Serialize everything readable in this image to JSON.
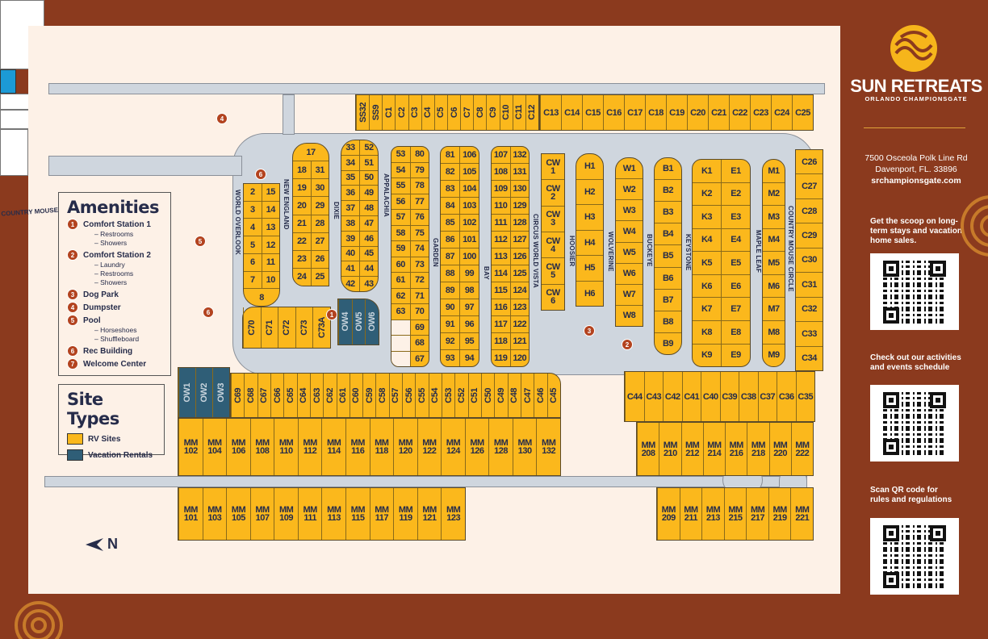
{
  "brand": {
    "name": "SUN RETREATS",
    "subtitle": "ORLANDO CHAMPIONSGATE",
    "logo_icon": "sun-waves-logo"
  },
  "address": {
    "line1": "7500 Osceola Polk Line Rd",
    "line2": "Davenport, FL. 33896",
    "website": "srchampionsgate.com"
  },
  "qr_sections": [
    {
      "text": "Get the scoop on long-term stays and vacation home sales."
    },
    {
      "text": "Check out our activities and events schedule"
    },
    {
      "text": "Scan QR code for rules and regulations"
    }
  ],
  "colors": {
    "background": "#8b3a1e",
    "rv_site": "#fbb81c",
    "vacation_rental": "#2f5e77",
    "road": "#cfd6de",
    "map": "#fdf1e7",
    "marker": "#b3431f"
  },
  "amenities": {
    "title": "Amenities",
    "items": [
      {
        "num": "1",
        "label": "Comfort Station 1",
        "subs": [
          "– Restrooms",
          "– Showers"
        ]
      },
      {
        "num": "2",
        "label": "Comfort Station 2",
        "subs": [
          "– Laundry",
          "– Restrooms",
          "– Showers"
        ]
      },
      {
        "num": "3",
        "label": "Dog Park",
        "subs": []
      },
      {
        "num": "4",
        "label": "Dumpster",
        "subs": []
      },
      {
        "num": "5",
        "label": "Pool",
        "subs": [
          "– Horseshoes",
          "– Shuffleboard"
        ]
      },
      {
        "num": "6",
        "label": "Rec Building",
        "subs": []
      },
      {
        "num": "7",
        "label": "Welcome Center",
        "subs": []
      }
    ]
  },
  "site_types": {
    "title": "Site Types",
    "items": [
      {
        "label": "RV Sites"
      },
      {
        "label": "Vacation Rentals"
      }
    ]
  },
  "north": {
    "label": "N"
  },
  "streets": {
    "country_mouse_top": "COUNTRY MOUSE CIRCLE",
    "world_overlook": "WORLD OVERLOOK",
    "new_england": "NEW ENGLAND",
    "dixie": "DIXIE",
    "appalachia": "APPALACHIA",
    "garden": "GARDEN",
    "bay": "BAY",
    "circus_world_vista": "CIRCUS WORLD VISTA",
    "hoosier": "HOOSIER",
    "wolverine": "WOLVERINE",
    "buckeye": "BUCKEYE",
    "keystone": "KEYSTONE",
    "maple_leaf": "MAPLE LEAF",
    "country_mouse_right": "COUNTRY MOUSE CIRCLE"
  },
  "map": {
    "blocks": {
      "top_narrow": [
        [
          "SS32",
          "SS9",
          "C1",
          "C2",
          "C3",
          "C4",
          "C5",
          "C6",
          "C7",
          "C8",
          "C9",
          "C10",
          "C11",
          "C12"
        ]
      ],
      "top_wide": [
        [
          "C13",
          "C14",
          "C15",
          "C16",
          "C17",
          "C18",
          "C19",
          "C20",
          "C21",
          "C22",
          "C23",
          "C24",
          "C25"
        ]
      ],
      "world_overlook": [
        [
          "2",
          "15"
        ],
        [
          "3",
          "14"
        ],
        [
          "4",
          "13"
        ],
        [
          "5",
          "12"
        ],
        [
          "6",
          "11"
        ],
        [
          "7",
          "10"
        ],
        [
          "8"
        ]
      ],
      "new_england": [
        [
          "17"
        ],
        [
          "18",
          "31"
        ],
        [
          "19",
          "30"
        ],
        [
          "20",
          "29"
        ],
        [
          "21",
          "28"
        ],
        [
          "22",
          "27"
        ],
        [
          "23",
          "26"
        ],
        [
          "24",
          "25"
        ]
      ],
      "dixie": [
        [
          "33",
          "52"
        ],
        [
          "34",
          "51"
        ],
        [
          "35",
          "50"
        ],
        [
          "36",
          "49"
        ],
        [
          "37",
          "48"
        ],
        [
          "38",
          "47"
        ],
        [
          "39",
          "46"
        ],
        [
          "40",
          "45"
        ],
        [
          "41",
          "44"
        ],
        [
          "42",
          "43"
        ]
      ],
      "appalachia": [
        [
          "53",
          "80"
        ],
        [
          "54",
          "79"
        ],
        [
          "55",
          "78"
        ],
        [
          "56",
          "77"
        ],
        [
          "57",
          "76"
        ],
        [
          "58",
          "75"
        ],
        [
          "59",
          "74"
        ],
        [
          "60",
          "73"
        ],
        [
          "61",
          "72"
        ],
        [
          "62",
          "71"
        ],
        [
          "63",
          "70"
        ],
        [
          "",
          "69"
        ],
        [
          "",
          "68"
        ],
        [
          "",
          "67"
        ]
      ],
      "garden": [
        [
          "81",
          "106"
        ],
        [
          "82",
          "105"
        ],
        [
          "83",
          "104"
        ],
        [
          "84",
          "103"
        ],
        [
          "85",
          "102"
        ],
        [
          "86",
          "101"
        ],
        [
          "87",
          "100"
        ],
        [
          "88",
          "99"
        ],
        [
          "89",
          "98"
        ],
        [
          "90",
          "97"
        ],
        [
          "91",
          "96"
        ],
        [
          "92",
          "95"
        ],
        [
          "93",
          "94"
        ]
      ],
      "bay": [
        [
          "107",
          "132"
        ],
        [
          "108",
          "131"
        ],
        [
          "109",
          "130"
        ],
        [
          "110",
          "129"
        ],
        [
          "111",
          "128"
        ],
        [
          "112",
          "127"
        ],
        [
          "113",
          "126"
        ],
        [
          "114",
          "125"
        ],
        [
          "115",
          "124"
        ],
        [
          "116",
          "123"
        ],
        [
          "117",
          "122"
        ],
        [
          "118",
          "121"
        ],
        [
          "119",
          "120"
        ]
      ],
      "circus": [
        [
          "CW\n1"
        ],
        [
          "CW\n2"
        ],
        [
          "CW\n3"
        ],
        [
          "CW\n4"
        ],
        [
          "CW\n5"
        ],
        [
          "CW\n6"
        ]
      ],
      "hoosier": [
        [
          "H1"
        ],
        [
          "H2"
        ],
        [
          "H3"
        ],
        [
          "H4"
        ],
        [
          "H5"
        ],
        [
          "H6"
        ]
      ],
      "wolverine": [
        [
          "W1"
        ],
        [
          "W2"
        ],
        [
          "W3"
        ],
        [
          "W4"
        ],
        [
          "W5"
        ],
        [
          "W6"
        ],
        [
          "W7"
        ],
        [
          "W8"
        ]
      ],
      "buckeye": [
        [
          "B1"
        ],
        [
          "B2"
        ],
        [
          "B3"
        ],
        [
          "B4"
        ],
        [
          "B5"
        ],
        [
          "B6"
        ],
        [
          "B7"
        ],
        [
          "B8"
        ],
        [
          "B9"
        ]
      ],
      "keystone": [
        [
          "K1",
          "E1"
        ],
        [
          "K2",
          "E2"
        ],
        [
          "K3",
          "E3"
        ],
        [
          "K4",
          "E4"
        ],
        [
          "K5",
          "E5"
        ],
        [
          "K6",
          "E6"
        ],
        [
          "K7",
          "E7"
        ],
        [
          "K8",
          "E8"
        ],
        [
          "K9",
          "E9"
        ]
      ],
      "maple": [
        [
          "M1"
        ],
        [
          "M2"
        ],
        [
          "M3"
        ],
        [
          "M4"
        ],
        [
          "M5"
        ],
        [
          "M6"
        ],
        [
          "M7"
        ],
        [
          "M8"
        ],
        [
          "M9"
        ]
      ],
      "right_c": [
        [
          "C26"
        ],
        [
          "C27"
        ],
        [
          "C28"
        ],
        [
          "C29"
        ],
        [
          "C30"
        ],
        [
          "C31"
        ],
        [
          "C32"
        ],
        [
          "C33"
        ],
        [
          "C34"
        ]
      ],
      "c70": [
        [
          "C70",
          "C71",
          "C72",
          "C73",
          "C73A"
        ]
      ],
      "ow_upper": [
        [
          "OW4",
          "OW5",
          "OW6"
        ]
      ],
      "ow_lower": [
        [
          "OW1",
          "OW2",
          "OW3"
        ]
      ],
      "bottom_c": [
        [
          "C69",
          "C68",
          "C67",
          "C66",
          "C65",
          "C64",
          "C63",
          "C62",
          "C61",
          "C60",
          "C59",
          "C58",
          "C57",
          "C56",
          "C55",
          "C54",
          "C53",
          "C52",
          "C51",
          "C50",
          "C49",
          "C48",
          "C47",
          "C46",
          "C45"
        ]
      ],
      "mm_even": [
        [
          "MM\n102",
          "MM\n104",
          "MM\n106",
          "MM\n108",
          "MM\n110",
          "MM\n112",
          "MM\n114",
          "MM\n116",
          "MM\n118",
          "MM\n120",
          "MM\n122",
          "MM\n124",
          "MM\n126",
          "MM\n128",
          "MM\n130",
          "MM\n132"
        ]
      ],
      "mm_odd": [
        [
          "MM\n101",
          "MM\n103",
          "MM\n105",
          "MM\n107",
          "MM\n109",
          "MM\n111",
          "MM\n113",
          "MM\n115",
          "MM\n117",
          "MM\n119",
          "MM\n121",
          "MM\n123"
        ]
      ],
      "right_c_low": [
        [
          "C44",
          "C43",
          "C42",
          "C41",
          "C40",
          "C39",
          "C38",
          "C37",
          "C36",
          "C35"
        ]
      ],
      "mm_200_even": [
        [
          "MM\n208",
          "MM\n210",
          "MM\n212",
          "MM\n214",
          "MM\n216",
          "MM\n218",
          "MM\n220",
          "MM\n222"
        ]
      ],
      "mm_200_odd": [
        [
          "MM\n209",
          "MM\n211",
          "MM\n213",
          "MM\n215",
          "MM\n217",
          "MM\n219",
          "MM\n221"
        ]
      ]
    }
  }
}
